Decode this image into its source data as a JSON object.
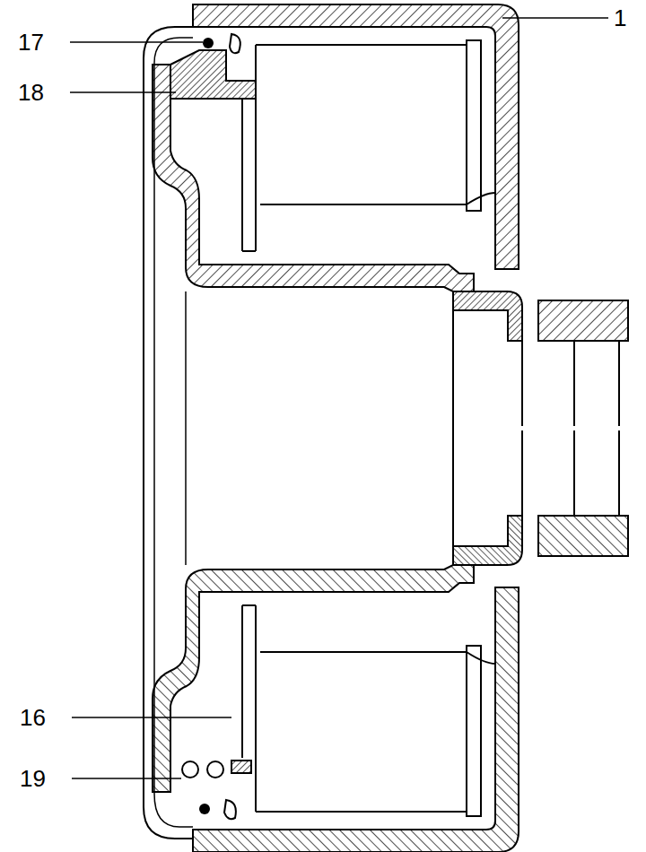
{
  "diagram": {
    "labels": [
      "17",
      "18",
      "1",
      "16",
      "19"
    ]
  }
}
